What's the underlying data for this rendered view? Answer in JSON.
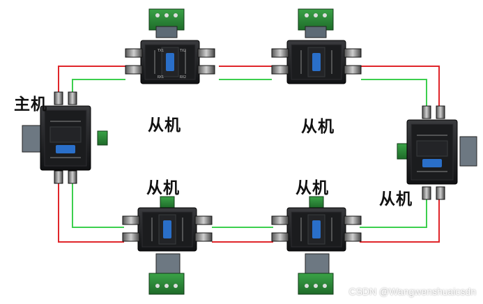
{
  "labels": {
    "master": "主机",
    "slave": "从机"
  },
  "watermark": "CSDN @Wangwenshuaicsdn",
  "device_text": {
    "port_tx1": "TX1",
    "port_tx2": "TX2",
    "port_rx1": "RX1",
    "port_rx2": "RX2"
  },
  "colors": {
    "red_fiber": "#e0252a",
    "green_fiber": "#3ccf4e",
    "body": "#1f2022",
    "terminal": "#2e8b3a",
    "badge": "#2a6fc9"
  }
}
